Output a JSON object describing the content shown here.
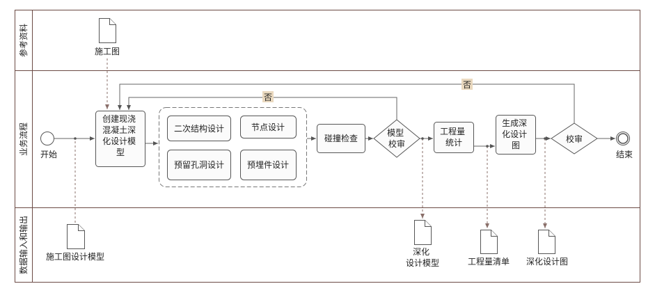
{
  "lanes": [
    {
      "title": "参考资料"
    },
    {
      "title": "业务流程"
    },
    {
      "title": "数据输入和输出"
    }
  ],
  "nodes": {
    "start_label": "开始",
    "end_label": "结束",
    "create_model": [
      "创建现浇",
      "混凝土深",
      "化设计模",
      "型"
    ],
    "secondary_structure": "二次结构设计",
    "node_design": "节点设计",
    "reserved_holes": "预留孔洞设计",
    "embedded_parts": "预埋件设计",
    "clash_check": "碰撞检查",
    "model_review": [
      "模型",
      "校审"
    ],
    "quantity_stats": [
      "工程量",
      "统计"
    ],
    "generate_drawing": [
      "生成深",
      "化设计",
      "图"
    ],
    "final_review": "校审",
    "no_label_1": "否",
    "no_label_2": "否"
  },
  "documents": {
    "construction_drawing": "施工图",
    "construction_design_model": "施工图设计模型",
    "deepened_model": [
      "深化",
      "设计模型"
    ],
    "quantity_list": "工程量清单",
    "deepened_drawing": "深化设计图"
  }
}
